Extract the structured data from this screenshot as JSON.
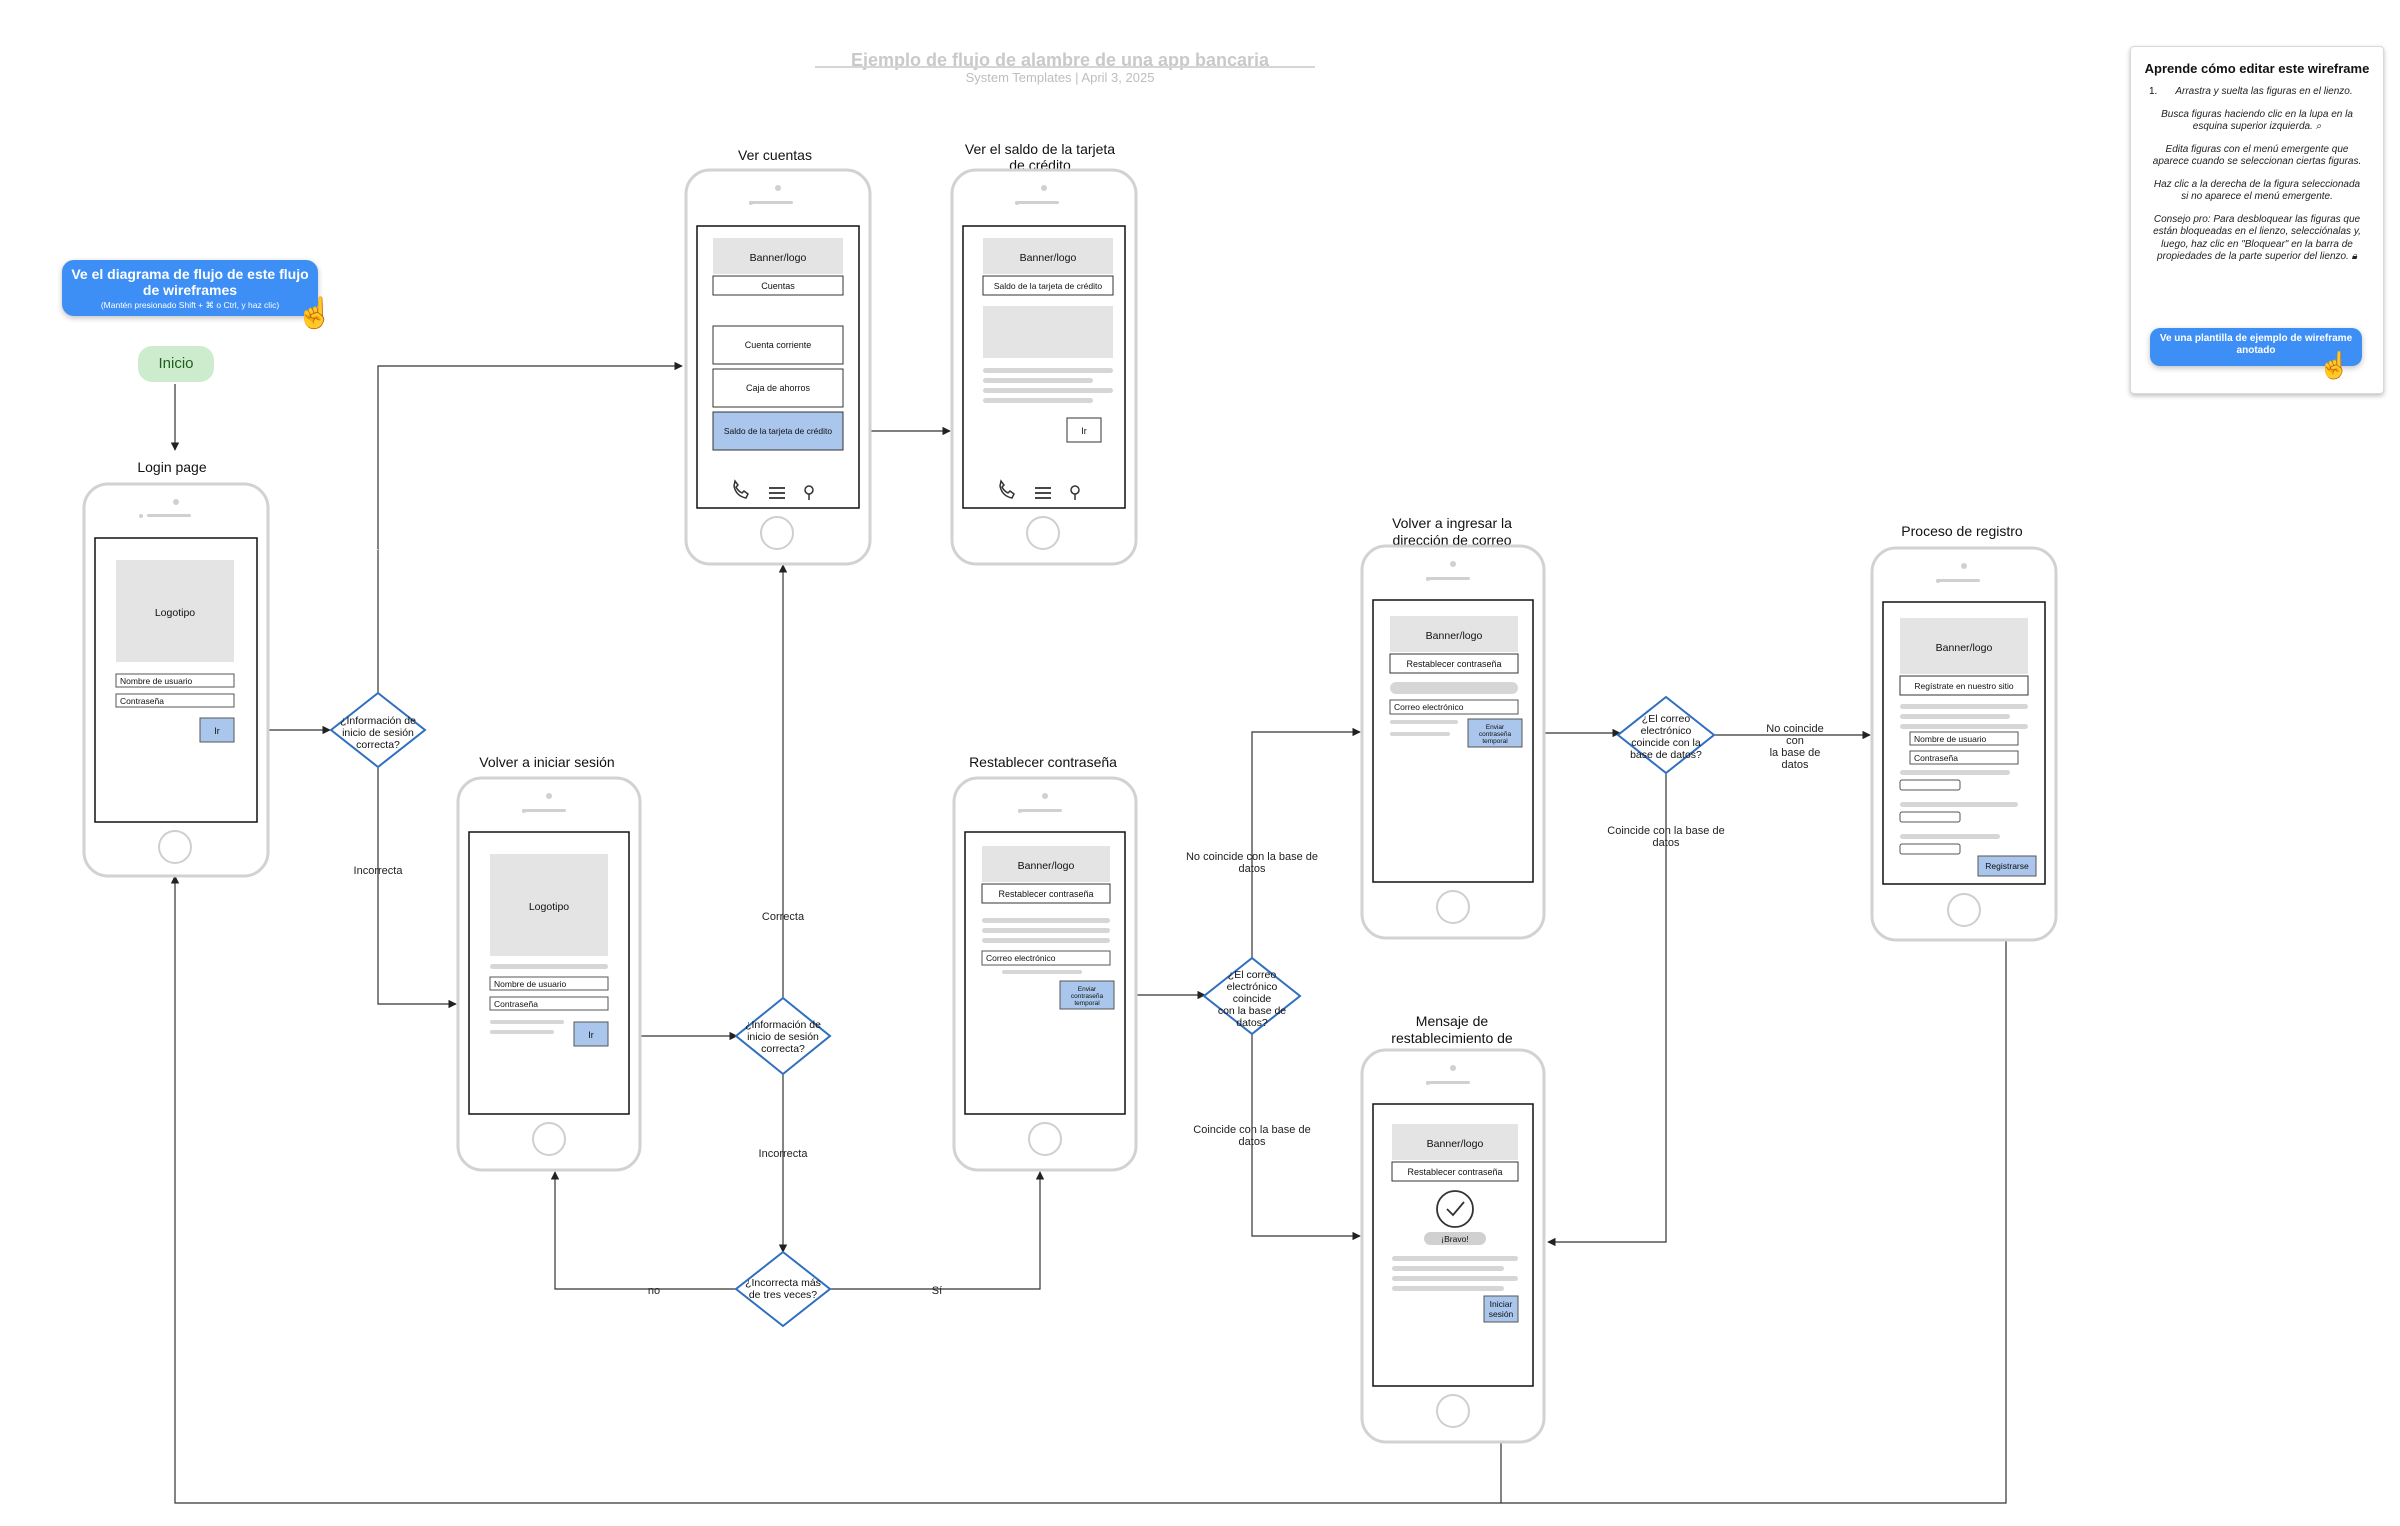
{
  "header": {
    "title": "Ejemplo de flujo de alambre de una app bancaria",
    "subtitle": "System Templates  |  April 3, 2025"
  },
  "cta": {
    "title": "Ve el diagrama de flujo de este flujo de wireframes",
    "hint": "(Mantén presionado Shift + ⌘ o Ctrl, y haz clic)"
  },
  "start_label": "Inicio",
  "screens": {
    "login": {
      "title": "Login page",
      "logo": "Logotipo",
      "username": "Nombre de usuario",
      "password": "Contraseña",
      "go": "Ir"
    },
    "accounts": {
      "title": "Ver cuentas",
      "banner": "Banner/logo",
      "heading": "Cuentas",
      "items": [
        "Cuenta corriente",
        "Caja de ahorros",
        "Saldo de la tarjeta de crédito"
      ]
    },
    "credit": {
      "title": "Ver el saldo de la tarjeta de crédito",
      "banner": "Banner/logo",
      "heading": "Saldo de la tarjeta de crédito",
      "go": "Ir"
    },
    "retry_login": {
      "title": "Volver a iniciar sesión",
      "logo": "Logotipo",
      "username": "Nombre de usuario",
      "password": "Contraseña",
      "go": "Ir"
    },
    "reset": {
      "title": "Restablecer contraseña",
      "banner": "Banner/logo",
      "heading": "Restablecer contraseña",
      "email": "Correo electrónico",
      "send": "Enviar contraseña temporal"
    },
    "re_email": {
      "title": "Volver a ingresar la dirección de correo electrónico",
      "banner": "Banner/logo",
      "heading": "Restablecer contraseña",
      "email": "Correo electrónico",
      "send": "Enviar contraseña temporal"
    },
    "sent": {
      "title": "Mensaje de restablecimiento de contraseña enviado",
      "banner": "Banner/logo",
      "heading": "Restablecer contraseña",
      "badge": "¡Bravo!",
      "login": "Iniciar sesión"
    },
    "register": {
      "title": "Proceso de registro",
      "banner": "Banner/logo",
      "heading": "Regístrate en nuestro sitio",
      "username": "Nombre de usuario",
      "password": "Contraseña",
      "submit": "Registrarse"
    }
  },
  "decisions": {
    "d1": "¿Información de inicio de sesión correcta?",
    "d2": "¿Información de inicio de sesión correcta?",
    "d3": "¿Incorrecta más de tres veces?",
    "d4": "¿El correo electrónico coincide con la base de datos?",
    "d5": "¿El correo electrónico coincide con la base de datos?"
  },
  "edge_labels": {
    "correct1": "Correcta",
    "incorrect1": "Incorrecta",
    "correct2": "Correcta",
    "incorrect2": "Incorrecta",
    "no": "no",
    "yes": "Sí",
    "nomatch1": "No coincide con la base de datos",
    "match1": "Coincide con la base de datos",
    "nomatch2": "No coincide con la base de datos",
    "match2": "Coincide con la base de datos"
  },
  "panel": {
    "title": "Aprende cómo editar este wireframe",
    "step_number": "1.",
    "step1": "Arrastra y suelta las figuras en el lienzo.",
    "step2": "Busca figuras haciendo clic en la lupa en la esquina superior izquierda.",
    "step3": "Edita figuras con el menú emergente que aparece cuando se seleccionan ciertas figuras.",
    "step4": "Haz clic a la derecha de la figura seleccionada si no aparece el menú emergente.",
    "tip": "Consejo pro: Para desbloquear las figuras que están bloqueadas en el lienzo, selecciónalas y, luego, haz clic en \"Bloquear\" en la barra de propiedades de la parte superior del lienzo.",
    "button": "Ve una plantilla de ejemplo de wireframe anotado"
  },
  "colors": {
    "accent": "#3d8ef5",
    "decision_stroke": "#2f6fbf",
    "highlight": "#aac6ec",
    "start_fill": "#cdeccd"
  },
  "icons": [
    "phone-icon",
    "menu-icon",
    "location-pin-icon",
    "check-circle-icon",
    "search-icon",
    "lock-icon",
    "hand-pointer-icon"
  ]
}
